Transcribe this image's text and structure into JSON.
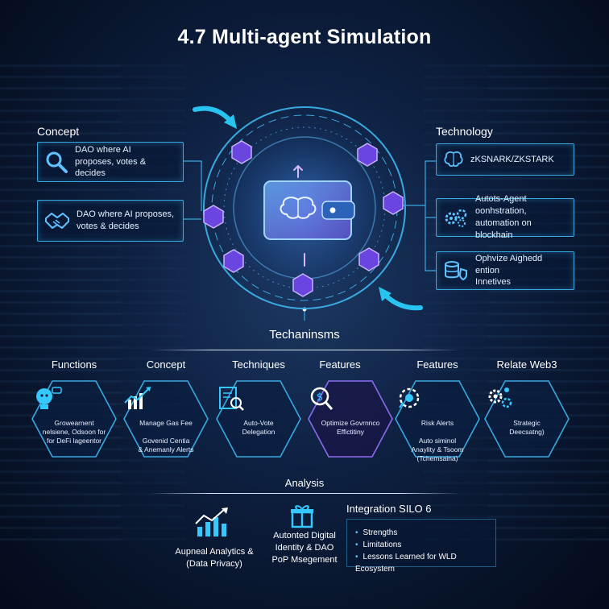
{
  "title": "4.7 Multi-agent Simulation",
  "left": {
    "heading": "Concept",
    "items": [
      {
        "icon": "search-icon",
        "text": "DAO where AI\nproposes, votes & decides"
      },
      {
        "icon": "handshake-icon",
        "text": "DAO where AI proposes,\nvotes & decides"
      }
    ]
  },
  "right": {
    "heading": "Technology",
    "items": [
      {
        "icon": "brain-icon",
        "text": "zKSNARK/ZKSTARK"
      },
      {
        "icon": "gears-icon",
        "text": "Autots-Agent oonhstration,\nautomation on blockhain"
      },
      {
        "icon": "coin-shield-icon",
        "text": "Ophvize Aighedd ention\nInnetives"
      }
    ]
  },
  "mechanisms": {
    "title": "Techaninsms",
    "columns": [
      {
        "heading": "Functions",
        "icon": "lightbulb-icon",
        "text": "Growearnent\nnelsiene, Odsoon for\nfor DeFi lageentor"
      },
      {
        "heading": "Concept",
        "icon": "chart-icon",
        "text": "Manage Gas Fee\n\nGovenid Centia\n& Anemanly Alerts"
      },
      {
        "heading": "Techniques",
        "icon": "document-search-icon",
        "text": "Auto-Vote\nDelegation"
      },
      {
        "heading": "Features",
        "icon": "magnifier-dollar-icon",
        "text": "Optimize Govrnnco\nEffictitiny"
      },
      {
        "heading": "Features",
        "icon": "alert-gear-icon",
        "text": "Risk Alerts\n\nAuto siminol\nAnaylity & Tsoom\n(Tchemsaina)"
      },
      {
        "heading": "Relate Web3",
        "icon": "gear-network-icon",
        "text": "Strategic\nDeecsatng)"
      }
    ]
  },
  "analysis": {
    "title": "Analysis",
    "items": [
      {
        "icon": "bar-chart-icon",
        "text": "Aupneal Analytics &\n(Data Privacy)"
      },
      {
        "icon": "gift-icon",
        "text": "Autonted Digital\nIdentity & DAO\nPoP Msegement"
      }
    ],
    "integration": {
      "title": "Integration SILO 6",
      "bullets": [
        "Strengths",
        "Limitations",
        "Lessons Learned for WLD Ecosystem"
      ]
    }
  },
  "colors": {
    "accent": "#3aa8e0",
    "node": "#8a5cf6",
    "background": "#0a1a36"
  }
}
